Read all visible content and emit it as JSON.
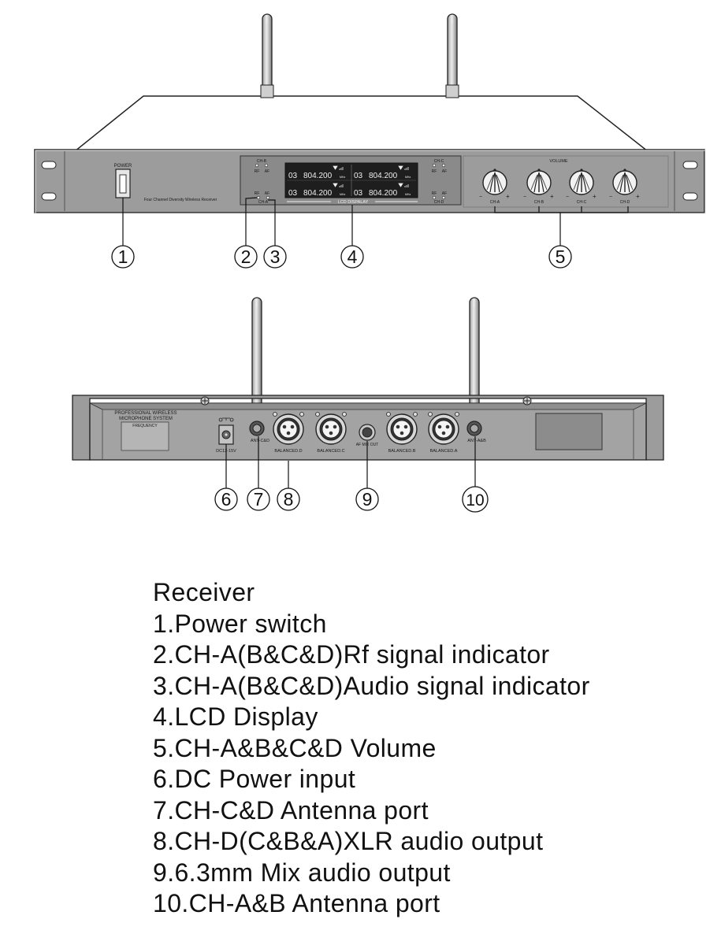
{
  "front_panel": {
    "power_label": "POWER",
    "model_text": "Four Channel Diversity Wireless Receiver",
    "lcd_label": "LCD DISPALAY",
    "volume_label": "VOLUME",
    "channel_names": [
      "CH-A",
      "CH-B",
      "CH-C",
      "CH-D"
    ],
    "rf_label": "RF",
    "af_label": "AF",
    "lcd_readouts": [
      {
        "channel": "03",
        "frequency": "804.200",
        "unit": "MHz"
      },
      {
        "channel": "03",
        "frequency": "804.200",
        "unit": "MHz"
      },
      {
        "channel": "03",
        "frequency": "804.200",
        "unit": "MHz"
      },
      {
        "channel": "03",
        "frequency": "804.200",
        "unit": "MHz"
      }
    ],
    "knob_minus": "−",
    "knob_plus": "+"
  },
  "rear_panel": {
    "brand_line1": "PROFESSIONAL WIRELESS",
    "brand_line2": "MICROPHONE SYSTEM",
    "brand_line3": "FREQUENCY",
    "dc_label": "DC12-15V",
    "ant_cd_label": "ANT-C&D",
    "ant_ab_label": "ANT-A&B",
    "mix_label": "AF MIX OUT",
    "balanced_labels": [
      "BALANCED.D",
      "BALANCED.C",
      "BALANCED.B",
      "BALANCED.A"
    ]
  },
  "callouts": [
    "1",
    "2",
    "3",
    "4",
    "5",
    "6",
    "7",
    "8",
    "9",
    "10"
  ],
  "legend": {
    "title": "Receiver",
    "items": [
      "1.Power switch",
      "2.CH-A(B&C&D)Rf signal indicator",
      "3.CH-A(B&C&D)Audio signal indicator",
      "4.LCD Display",
      "5.CH-A&B&C&D Volume",
      "6.DC Power input",
      "7.CH-C&D Antenna port",
      "8.CH-D(C&B&A)XLR audio output",
      "9.6.3mm Mix audio output",
      "10.CH-A&B Antenna port"
    ]
  }
}
